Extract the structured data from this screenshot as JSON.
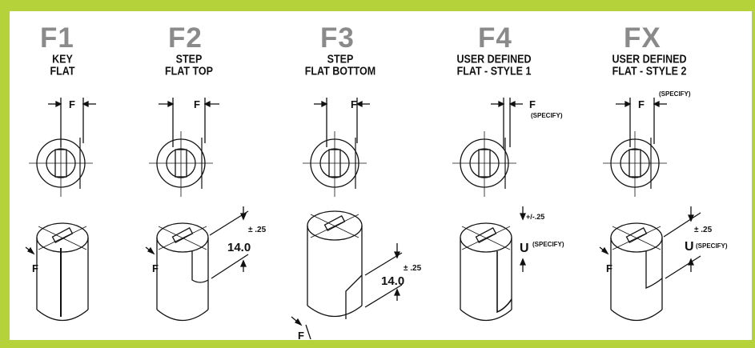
{
  "accent_color": "#b6d23a",
  "panels": [
    {
      "code": "F1",
      "title_line1": "KEY",
      "title_line2": "FLAT",
      "top_dim": "F",
      "bottom_dim": "F"
    },
    {
      "code": "F2",
      "title_line1": "STEP",
      "title_line2": "FLAT TOP",
      "top_dim": "F",
      "bottom_dim": "F",
      "tolerance": "± .25",
      "height_value": "14.0"
    },
    {
      "code": "F3",
      "title_line1": "STEP",
      "title_line2": "FLAT BOTTOM",
      "top_dim": "F",
      "bottom_dim": "F",
      "tolerance": "± .25",
      "height_value": "14.0"
    },
    {
      "code": "F4",
      "title_line1": "USER DEFINED",
      "title_line2": "FLAT - STYLE 1",
      "top_dim": "F",
      "top_specify": "(SPECIFY)",
      "tolerance": "+/-.25",
      "u_label": "U",
      "u_specify": "(SPECIFY)"
    },
    {
      "code": "FX",
      "title_line1": "USER DEFINED",
      "title_line2": "FLAT - STYLE 2",
      "top_dim": "F",
      "top_specify": "(SPECIFY)",
      "bottom_dim": "F",
      "tolerance": "± .25",
      "u_label": "U",
      "u_specify": "(SPECIFY)"
    }
  ]
}
